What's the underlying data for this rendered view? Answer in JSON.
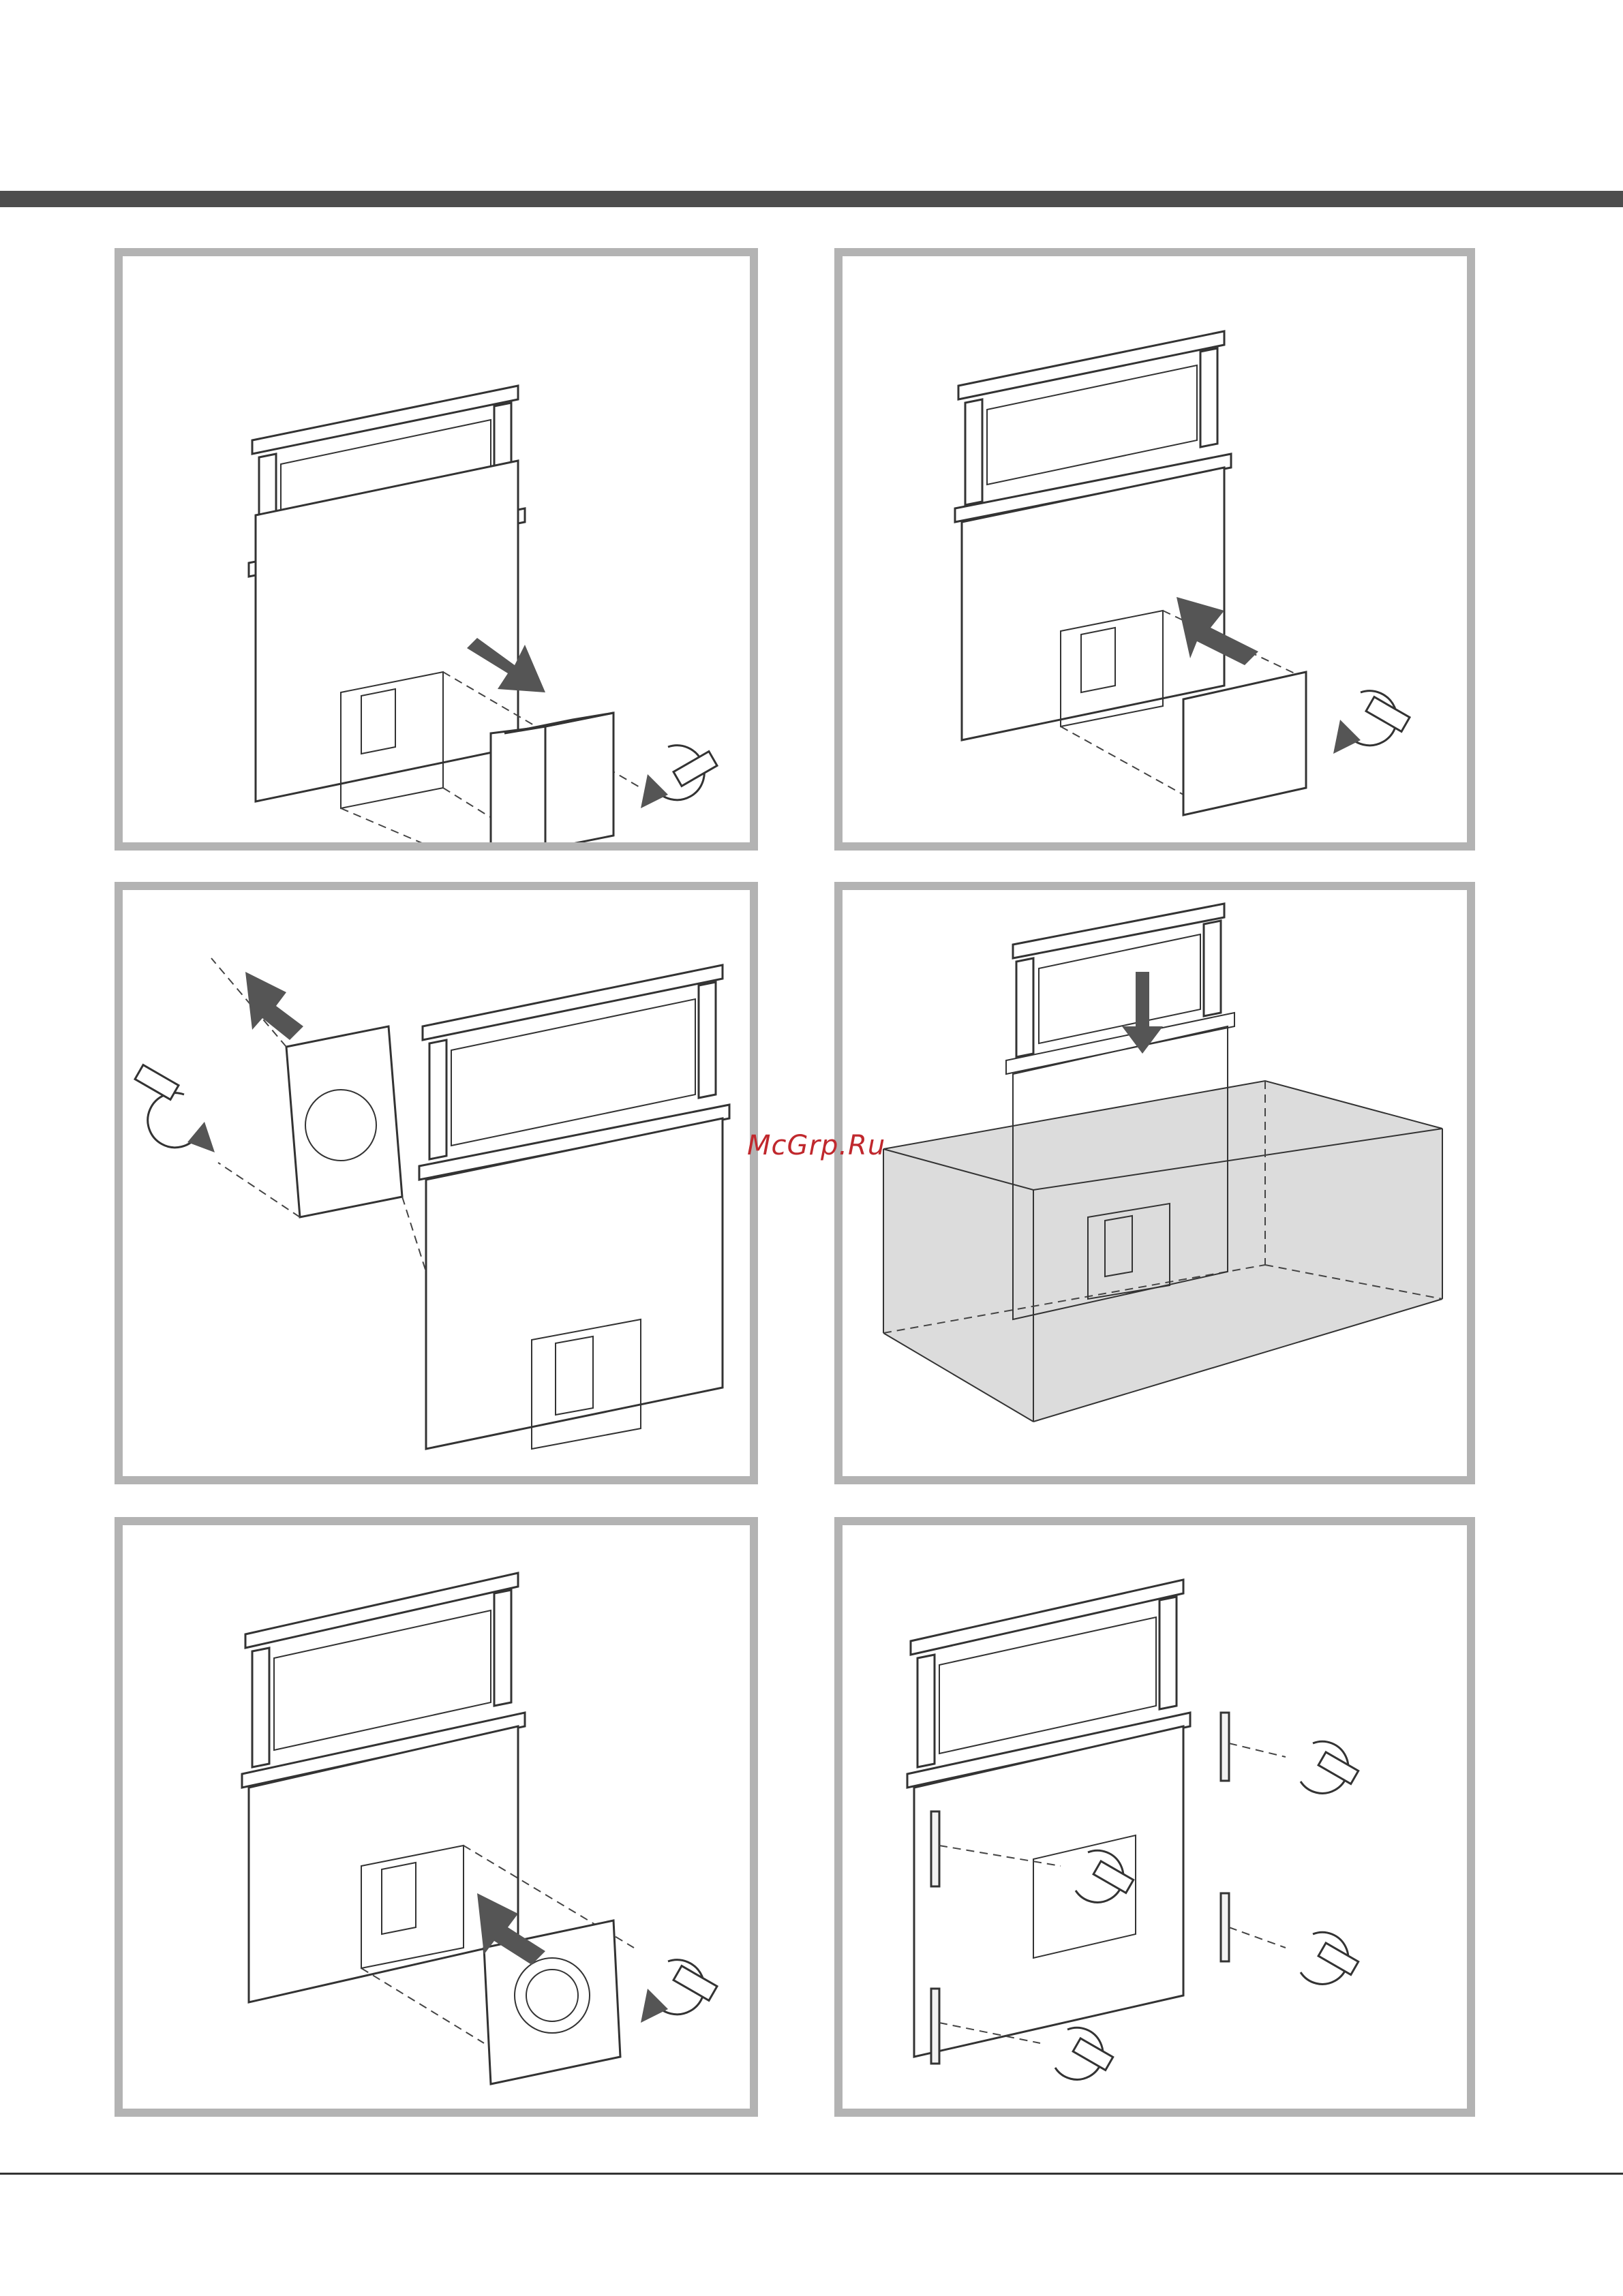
{
  "page": {
    "watermark": "McGrp.Ru",
    "colors": {
      "header_bar": "#4d4d4d",
      "panel_border": "#b3b3b3",
      "watermark": "#c0282d"
    }
  },
  "panels": [
    {
      "id": "p1",
      "icon": "hood-remove-motor-unit-illustration"
    },
    {
      "id": "p2",
      "icon": "hood-fit-cover-plate-illustration"
    },
    {
      "id": "p3",
      "icon": "hood-remove-side-flange-illustration"
    },
    {
      "id": "p4",
      "icon": "hood-insert-into-cabinet-illustration"
    },
    {
      "id": "p5",
      "icon": "hood-fit-duct-flange-illustration"
    },
    {
      "id": "p6",
      "icon": "hood-fix-brackets-illustration"
    }
  ]
}
